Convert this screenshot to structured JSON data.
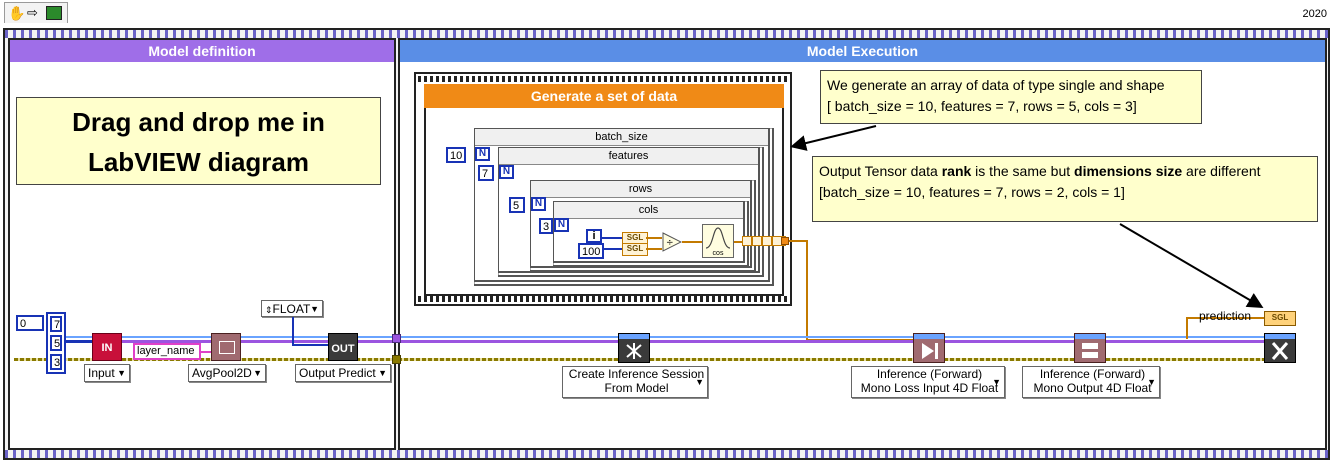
{
  "year": "2020",
  "toolbar": {
    "hand_icon": "hand-icon",
    "arrow_icon": "arrow-icon",
    "vi_icon": "labview-icon"
  },
  "panels": {
    "model_definition": {
      "title": "Model definition",
      "color": "#9f6ee8"
    },
    "model_execution": {
      "title": "Model Execution",
      "color": "#5a8ee6"
    }
  },
  "vi_title": {
    "line1": "Drag and drop me in",
    "line2": "LabVIEW diagram"
  },
  "generate": {
    "title": "Generate a set of data",
    "color": "#f08a16",
    "loops": {
      "batch_size": "batch_size",
      "features": "features",
      "rows": "rows",
      "cols": "cols"
    },
    "counts": {
      "batch": "10",
      "features": "7",
      "rows": "5",
      "cols": "3"
    },
    "n_label": "N",
    "i_label": "i",
    "constant": "100",
    "sgl": "SGL",
    "cos_label": "cos"
  },
  "comments": {
    "top_line1": "We generate an array of data of type single and shape",
    "top_line2": "[ batch_size = 10, features = 7, rows = 5, cols = 3]",
    "bottom_a": "Output Tensor data ",
    "bottom_rank": "rank",
    "bottom_b": " is the same but ",
    "bottom_dims": "dimensions size",
    "bottom_c": " are different",
    "bottom_line2": "[batch_size = 10, features = 7, rows = 2, cols = 1]"
  },
  "array_const": {
    "index": "0",
    "values": [
      "7",
      "5",
      "3"
    ]
  },
  "float_ring": "FLOAT",
  "nodes": {
    "input_label": "IN",
    "input_ring": "Input",
    "layer_name": "layer_name",
    "avgpool_ring": "AvgPool2D",
    "output_label": "OUT",
    "output_ring": "Output Predict",
    "create_session_line1": "Create Inference Session",
    "create_session_line2": "From Model",
    "inference_mono_loss_line1": "Inference (Forward)",
    "inference_mono_loss_line2": "Mono Loss Input 4D Float",
    "inference_mono_out_line1": "Inference (Forward)",
    "inference_mono_out_line2": "Mono Output 4D Float",
    "prediction": "prediction",
    "prediction_sgl": "SGL"
  }
}
